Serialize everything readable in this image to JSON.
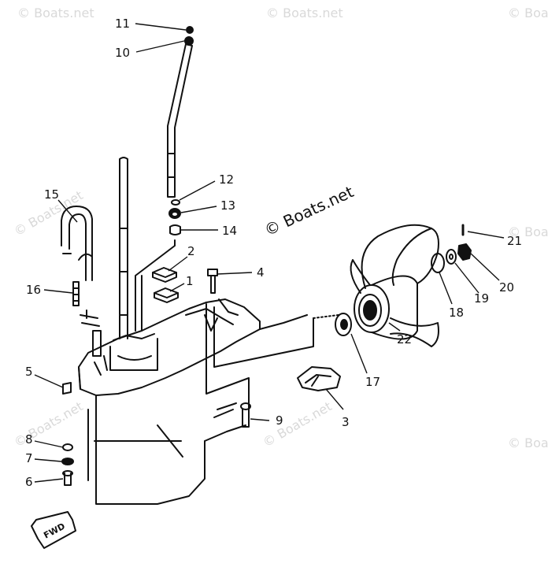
{
  "watermark": {
    "main": "© Boats.net",
    "faint": "© Boats.net"
  },
  "direction_arrow": {
    "label": "FWD"
  },
  "callouts": [
    {
      "id": "c11",
      "label": "11"
    },
    {
      "id": "c10",
      "label": "10"
    },
    {
      "id": "c12",
      "label": "12"
    },
    {
      "id": "c13",
      "label": "13"
    },
    {
      "id": "c14",
      "label": "14"
    },
    {
      "id": "c15",
      "label": "15"
    },
    {
      "id": "c16",
      "label": "16"
    },
    {
      "id": "c2",
      "label": "2"
    },
    {
      "id": "c1",
      "label": "1"
    },
    {
      "id": "c4",
      "label": "4"
    },
    {
      "id": "c5",
      "label": "5"
    },
    {
      "id": "c8",
      "label": "8"
    },
    {
      "id": "c7",
      "label": "7"
    },
    {
      "id": "c6",
      "label": "6"
    },
    {
      "id": "c9",
      "label": "9"
    },
    {
      "id": "c3",
      "label": "3"
    },
    {
      "id": "c17",
      "label": "17"
    },
    {
      "id": "c22",
      "label": "22"
    },
    {
      "id": "c18",
      "label": "18"
    },
    {
      "id": "c19",
      "label": "19"
    },
    {
      "id": "c20",
      "label": "20"
    },
    {
      "id": "c21",
      "label": "21"
    }
  ]
}
